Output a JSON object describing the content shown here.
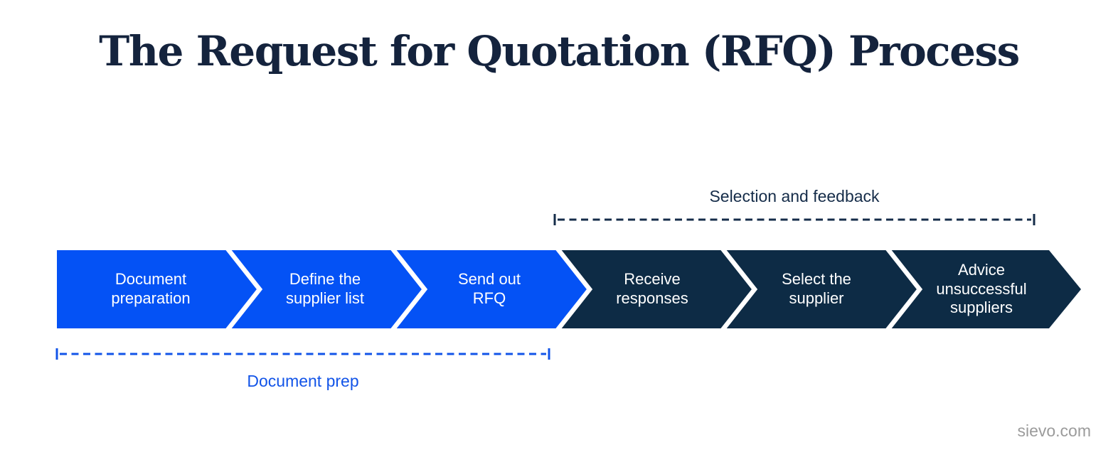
{
  "title": "The Request for Quotation (RFQ) Process",
  "steps": [
    {
      "label": "Document\npreparation",
      "phase": "document-prep"
    },
    {
      "label": "Define the\nsupplier list",
      "phase": "document-prep"
    },
    {
      "label": "Send out\nRFQ",
      "phase": "document-prep"
    },
    {
      "label": "Receive\nresponses",
      "phase": "selection-and-feedback"
    },
    {
      "label": "Select the\nsupplier",
      "phase": "selection-and-feedback"
    },
    {
      "label": "Advice\nunsuccessful\nsuppliers",
      "phase": "selection-and-feedback"
    }
  ],
  "brackets": {
    "top": {
      "label": "Selection and feedback"
    },
    "bottom": {
      "label": "Document prep"
    }
  },
  "watermark": "sievo.com",
  "colors": {
    "phase_blue": "#0452F5",
    "phase_navy": "#0D2B45",
    "bracket_navy": "#152C49",
    "bracket_blue": "#1254E8",
    "title_navy": "#14233D",
    "separator_white": "#FFFFFF",
    "watermark_gray": "#9B9B9B"
  }
}
